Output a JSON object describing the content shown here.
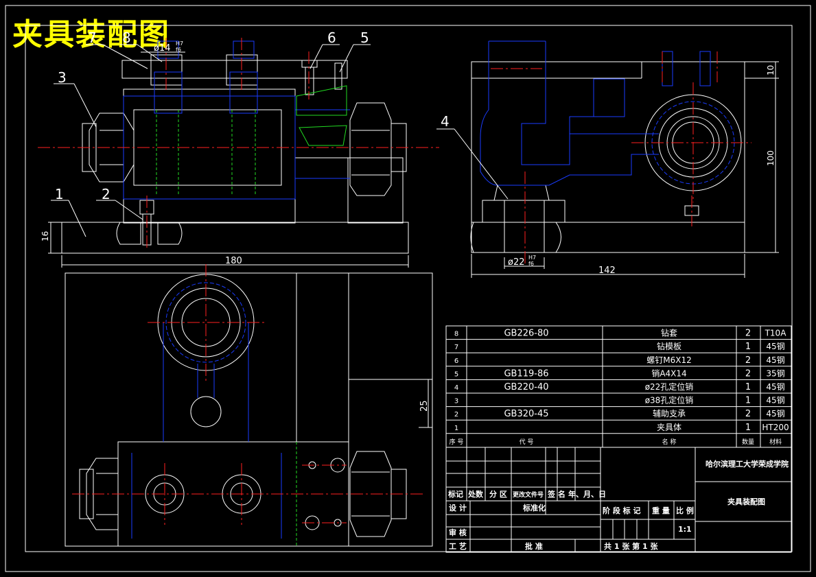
{
  "drawing": {
    "title": "夹具装配图",
    "colors": {
      "outline": "#ffffff",
      "hidden": "#1a3cff",
      "center": "#ff2020",
      "thread": "#22dd22",
      "title_text": "#ffff00"
    },
    "balloons": [
      "1",
      "2",
      "3",
      "4",
      "5",
      "6",
      "7",
      "8"
    ],
    "dimensions": {
      "bore_top": "ø14",
      "bore_top_tol_upper": "H7",
      "bore_top_tol_lower": "f6",
      "height_16": "16",
      "length_180": "180",
      "top_10": "10",
      "height_100": "100",
      "bore_bottom": "ø22",
      "bore_bottom_tol_upper": "H7",
      "bore_bottom_tol_lower": "f6",
      "width_142": "142",
      "dim_25": "25"
    }
  },
  "parts_list": {
    "rows": [
      {
        "no": "8",
        "code": "GB226-80",
        "name": "钻套",
        "qty": "2",
        "mat": "T10A"
      },
      {
        "no": "7",
        "code": "",
        "name": "钻模板",
        "qty": "1",
        "mat": "45钢"
      },
      {
        "no": "6",
        "code": "",
        "name": "螺钉M6X12",
        "qty": "2",
        "mat": "45钢"
      },
      {
        "no": "5",
        "code": "GB119-86",
        "name": "销A4X14",
        "qty": "2",
        "mat": "35钢"
      },
      {
        "no": "4",
        "code": "GB220-40",
        "name": "ø22孔定位销",
        "qty": "1",
        "mat": "45钢"
      },
      {
        "no": "3",
        "code": "",
        "name": "ø38孔定位销",
        "qty": "1",
        "mat": "45钢"
      },
      {
        "no": "2",
        "code": "GB320-45",
        "name": "辅助支承",
        "qty": "2",
        "mat": "45钢"
      },
      {
        "no": "1",
        "code": "",
        "name": "夹具体",
        "qty": "1",
        "mat": "HT200"
      }
    ],
    "header": {
      "no": "序 号",
      "code": "代 号",
      "name": "名 称",
      "qty": "数量",
      "mat": "材料"
    }
  },
  "title_block": {
    "school": "哈尔滨理工大学荣成学院",
    "drawing_name": "夹具装配图",
    "rev_labels": [
      "标记",
      "处数",
      "分 区",
      "更改文件号",
      "签 名",
      "年、月、日"
    ],
    "design": "设 计",
    "standardize": "标准化",
    "review": "审 核",
    "process": "工 艺",
    "approve": "批 准",
    "stage_mark": "阶 段 标 记",
    "weight": "重 量",
    "scale": "比 例",
    "scale_value": "1:1",
    "sheets": "共  1  张    第  1  张"
  }
}
